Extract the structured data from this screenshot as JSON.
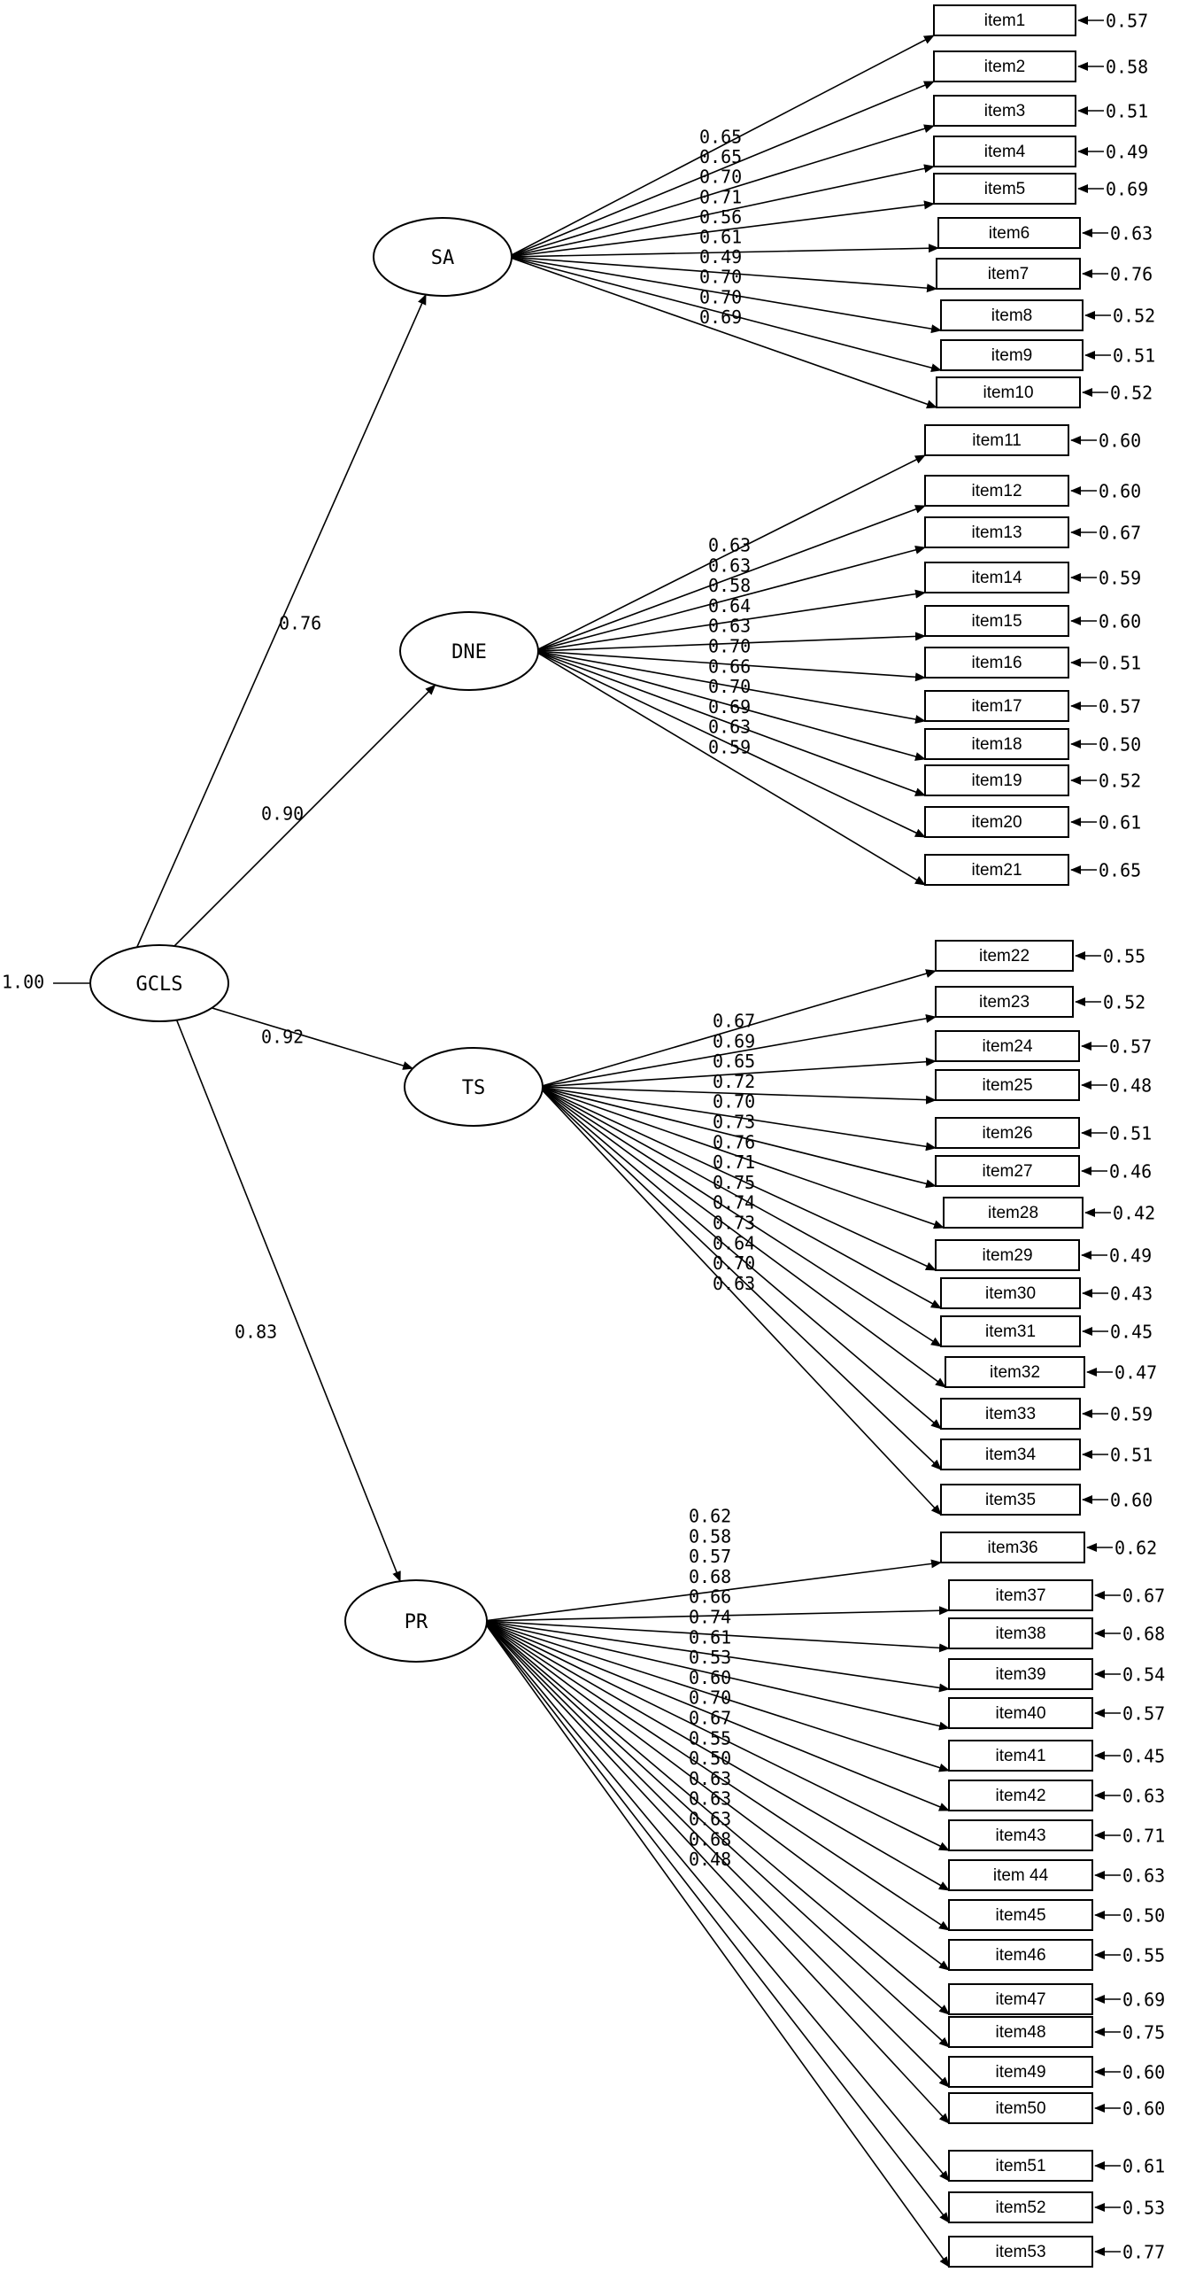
{
  "model": {
    "root": {
      "label": "GCLS",
      "variance": "1.00"
    },
    "factors": [
      {
        "label": "SA",
        "loading": "0.76"
      },
      {
        "label": "DNE",
        "loading": "0.90"
      },
      {
        "label": "TS",
        "loading": "0.92"
      },
      {
        "label": "PR",
        "loading": "0.83"
      }
    ],
    "items": [
      {
        "label": "item1",
        "factor": 0,
        "loading": "0.65",
        "error": "0.57"
      },
      {
        "label": "item2",
        "factor": 0,
        "loading": "0.65",
        "error": "0.58"
      },
      {
        "label": "item3",
        "factor": 0,
        "loading": "0.70",
        "error": "0.51"
      },
      {
        "label": "item4",
        "factor": 0,
        "loading": "0.71",
        "error": "0.49"
      },
      {
        "label": "item5",
        "factor": 0,
        "loading": "0.56",
        "error": "0.69"
      },
      {
        "label": "item6",
        "factor": 0,
        "loading": "0.61",
        "error": "0.63"
      },
      {
        "label": "item7",
        "factor": 0,
        "loading": "0.49",
        "error": "0.76"
      },
      {
        "label": "item8",
        "factor": 0,
        "loading": "0.70",
        "error": "0.52"
      },
      {
        "label": "item9",
        "factor": 0,
        "loading": "0.70",
        "error": "0.51"
      },
      {
        "label": "item10",
        "factor": 0,
        "loading": "0.69",
        "error": "0.52"
      },
      {
        "label": "item11",
        "factor": 1,
        "loading": "0.63",
        "error": "0.60"
      },
      {
        "label": "item12",
        "factor": 1,
        "loading": "0.63",
        "error": "0.60"
      },
      {
        "label": "item13",
        "factor": 1,
        "loading": "0.58",
        "error": "0.67"
      },
      {
        "label": "item14",
        "factor": 1,
        "loading": "0.64",
        "error": "0.59"
      },
      {
        "label": "item15",
        "factor": 1,
        "loading": "0.63",
        "error": "0.60"
      },
      {
        "label": "item16",
        "factor": 1,
        "loading": "0.70",
        "error": "0.51"
      },
      {
        "label": "item17",
        "factor": 1,
        "loading": "0.66",
        "error": "0.57"
      },
      {
        "label": "item18",
        "factor": 1,
        "loading": "0.70",
        "error": "0.50"
      },
      {
        "label": "item19",
        "factor": 1,
        "loading": "0.69",
        "error": "0.52"
      },
      {
        "label": "item20",
        "factor": 1,
        "loading": "0.63",
        "error": "0.61"
      },
      {
        "label": "item21",
        "factor": 1,
        "loading": "0.59",
        "error": "0.65"
      },
      {
        "label": "item22",
        "factor": 2,
        "loading": "0.67",
        "error": "0.55"
      },
      {
        "label": "item23",
        "factor": 2,
        "loading": "0.69",
        "error": "0.52"
      },
      {
        "label": "item24",
        "factor": 2,
        "loading": "0.65",
        "error": "0.57"
      },
      {
        "label": "item25",
        "factor": 2,
        "loading": "0.72",
        "error": "0.48"
      },
      {
        "label": "item26",
        "factor": 2,
        "loading": "0.70",
        "error": "0.51"
      },
      {
        "label": "item27",
        "factor": 2,
        "loading": "0.73",
        "error": "0.46"
      },
      {
        "label": "item28",
        "factor": 2,
        "loading": "0.76",
        "error": "0.42"
      },
      {
        "label": "item29",
        "factor": 2,
        "loading": "0.71",
        "error": "0.49"
      },
      {
        "label": "item30",
        "factor": 2,
        "loading": "0.75",
        "error": "0.43"
      },
      {
        "label": "item31",
        "factor": 2,
        "loading": "0.74",
        "error": "0.45"
      },
      {
        "label": "item32",
        "factor": 2,
        "loading": "0.73",
        "error": "0.47"
      },
      {
        "label": "item33",
        "factor": 2,
        "loading": "0.64",
        "error": "0.59"
      },
      {
        "label": "item34",
        "factor": 2,
        "loading": "0.70",
        "error": "0.51"
      },
      {
        "label": "item35",
        "factor": 2,
        "loading": "0.63",
        "error": "0.60"
      },
      {
        "label": "item36",
        "factor": 3,
        "loading": "0.62",
        "error": "0.62"
      },
      {
        "label": "item37",
        "factor": 3,
        "loading": "0.58",
        "error": "0.67"
      },
      {
        "label": "item38",
        "factor": 3,
        "loading": "0.57",
        "error": "0.68"
      },
      {
        "label": "item39",
        "factor": 3,
        "loading": "0.68",
        "error": "0.54"
      },
      {
        "label": "item40",
        "factor": 3,
        "loading": "0.66",
        "error": "0.57"
      },
      {
        "label": "item41",
        "factor": 3,
        "loading": "0.74",
        "error": "0.45"
      },
      {
        "label": "item42",
        "factor": 3,
        "loading": "0.61",
        "error": "0.63"
      },
      {
        "label": "item43",
        "factor": 3,
        "loading": "0.53",
        "error": "0.71"
      },
      {
        "label": "item 44",
        "factor": 3,
        "loading": "0.60",
        "error": "0.63"
      },
      {
        "label": "item45",
        "factor": 3,
        "loading": "0.70",
        "error": "0.50"
      },
      {
        "label": "item46",
        "factor": 3,
        "loading": "0.67",
        "error": "0.55"
      },
      {
        "label": "item47",
        "factor": 3,
        "loading": "0.55",
        "error": "0.69"
      },
      {
        "label": "item48",
        "factor": 3,
        "loading": "0.50",
        "error": "0.75"
      },
      {
        "label": "item49",
        "factor": 3,
        "loading": "0.63",
        "error": "0.60"
      },
      {
        "label": "item50",
        "factor": 3,
        "loading": "0.63",
        "error": "0.60"
      },
      {
        "label": "item51",
        "factor": 3,
        "loading": "0.63",
        "error": "0.61"
      },
      {
        "label": "item52",
        "factor": 3,
        "loading": "0.68",
        "error": "0.53"
      },
      {
        "label": "item53",
        "factor": 3,
        "loading": "0.48",
        "error": "0.77"
      }
    ]
  }
}
